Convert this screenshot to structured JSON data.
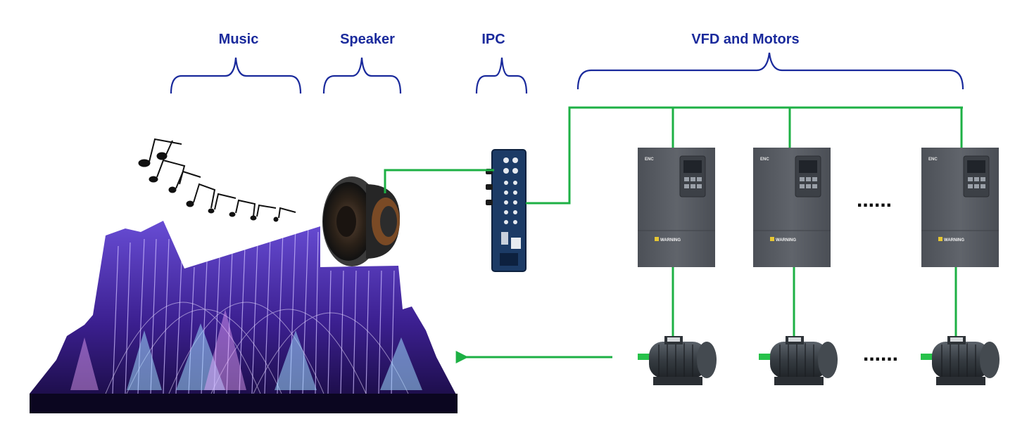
{
  "labels": {
    "music": "Music",
    "speaker": "Speaker",
    "ipc": "IPC",
    "vfd_motors": "VFD and Motors"
  },
  "vfd": {
    "brand": "ENC",
    "warning": "WARNING",
    "count_shown": 3
  },
  "motors": {
    "count_shown": 3
  },
  "ellipsis": "......",
  "icons": {
    "music": "music-notes-icon",
    "speaker": "loudspeaker-icon",
    "ipc": "audio-mixer-icon",
    "vfd": "frequency-inverter-icon",
    "motor": "electric-motor-icon",
    "fountain": "fountain-show-image"
  },
  "colors": {
    "label_text": "#1a2a9c",
    "bracket": "#1a2a9c",
    "wire": "#1db044",
    "arrow": "#1db044",
    "vfd_body": "#5b5f66",
    "motor_body": "#3a4046"
  }
}
